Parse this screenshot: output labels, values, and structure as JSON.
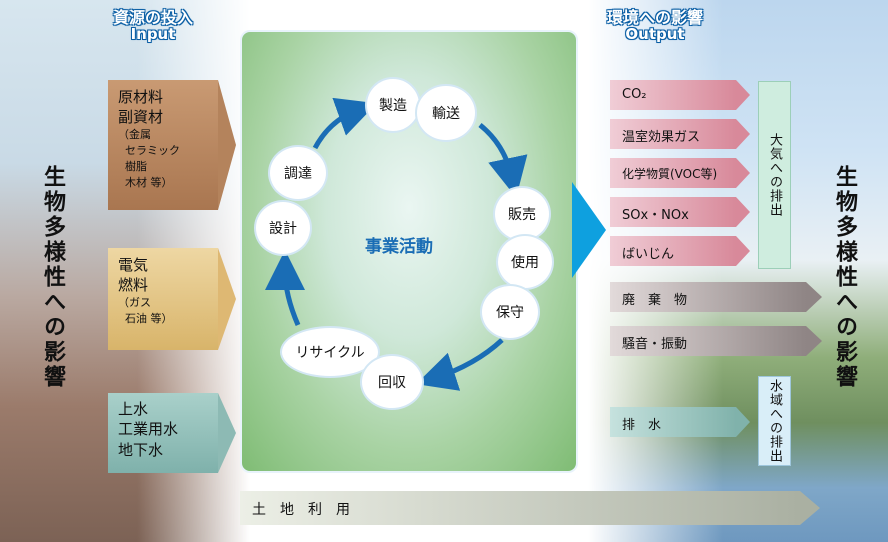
{
  "input_header": {
    "jp": "資源の投入",
    "en": "Input"
  },
  "output_header": {
    "jp": "環境への影響",
    "en": "Output"
  },
  "biodiversity_left": "生物多様性への影響",
  "biodiversity_right": "生物多様性への影響",
  "inputs": [
    {
      "main": "原材料\n副資材",
      "sub": "（金属\n  セラミック\n  樹脂\n  木材 等）"
    },
    {
      "main": "電気\n燃料",
      "sub": "（ガス\n  石油 等）"
    },
    {
      "main": "上水\n工業用水\n地下水",
      "sub": ""
    }
  ],
  "activities_center": "事業活動",
  "activities": {
    "seizo": "製造",
    "yuso": "輸送",
    "hanbai": "販売",
    "shiyo": "使用",
    "hoshu": "保守",
    "kaishu": "回収",
    "recycle": "リサイクル",
    "sekkei": "設計",
    "chotatsu": "調達"
  },
  "outputs": [
    {
      "label": "CO₂"
    },
    {
      "label": "温室効果ガス"
    },
    {
      "label": "化学物質(VOC等)"
    },
    {
      "label": "SOx・NOx"
    },
    {
      "label": "ばいじん"
    },
    {
      "label": "廃　棄　物"
    },
    {
      "label": "騒音・振動"
    },
    {
      "label": "排　水"
    }
  ],
  "atmosphere_label": "大気への排出",
  "water_label": "水域への排出",
  "land_use": "土　地　利　用",
  "colors": {
    "input1": "#b98a63",
    "input2": "#e2c07a",
    "input3": "#8fbcb6",
    "air": "#d8899a",
    "gray": "#9b9292",
    "water": "#8fbcb6",
    "accent": "#0ea0df"
  }
}
